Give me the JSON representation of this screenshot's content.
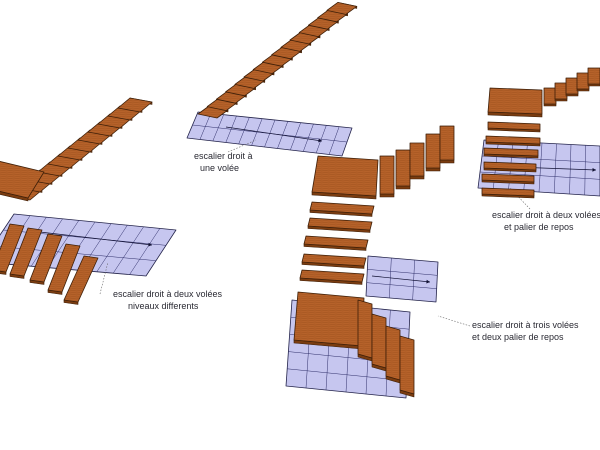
{
  "colors": {
    "tread": "#b6622a",
    "tread_grain": "#8c4514",
    "tread_side": "#7a3c10",
    "plan_fill": "#c6c6ef",
    "plan_grid": "#2f2f6a",
    "background": "#ffffff"
  },
  "labels": {
    "straight": [
      "escalier droit à",
      "une volée"
    ],
    "two_flight_levels": [
      "escalier droit à deux volées",
      "niveaux differents"
    ],
    "three_flight": [
      "escalier droit à trois volées",
      "et deux palier de repos"
    ],
    "two_flight_landing": [
      "escalier droit à deux volées",
      "et palier de repos"
    ]
  }
}
